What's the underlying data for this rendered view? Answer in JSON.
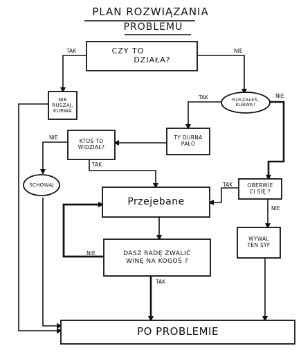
{
  "title": {
    "line1": "PLAN ROZWIĄZANIA",
    "line2": "PROBLEMU"
  },
  "nodes": {
    "czy_to_dziala": {
      "line1": "CZY TO",
      "line2": "DZIAŁA?"
    },
    "nie_ruszaj": {
      "line1": "NIE",
      "line2": "RUSZAJ,",
      "line3": "KURWA"
    },
    "ruszales": {
      "line1": "RUSZAŁEŚ,",
      "line2": "KURWA?"
    },
    "ty_durna_palo": {
      "line1": "TY DURNA",
      "line2": "PAŁO"
    },
    "ktos_to_widzial": {
      "line1": "KTOŚ TO",
      "line2": "WIDZIAŁ?"
    },
    "schowaj": {
      "text": "SCHOWAJ"
    },
    "oberwie_ci_sie": {
      "line1": "OBERWIE",
      "line2": "CI SIĘ ?"
    },
    "przejebane": {
      "text": "Przejebane"
    },
    "wywal_ten_syf": {
      "line1": "WYWAL",
      "line2": "TEN SYF"
    },
    "dasz_rade": {
      "line1": "DASZ RADĘ ZWALIĆ",
      "line2": "WINĘ NA KOGOŚ ?"
    },
    "po_problemie": {
      "text": "PO PROBLEMIE"
    }
  },
  "edge_labels": {
    "czy_tak": "TAK",
    "czy_nie": "NIE",
    "ruszales_tak": "TAK",
    "ruszales_nie": "NIE",
    "ktos_nie": "NIE",
    "ktos_tak": "TAK",
    "oberwie_tak": "TAK",
    "oberwie_nie": "NIE",
    "dasz_nie": "NIE",
    "dasz_tak": "TAK"
  }
}
